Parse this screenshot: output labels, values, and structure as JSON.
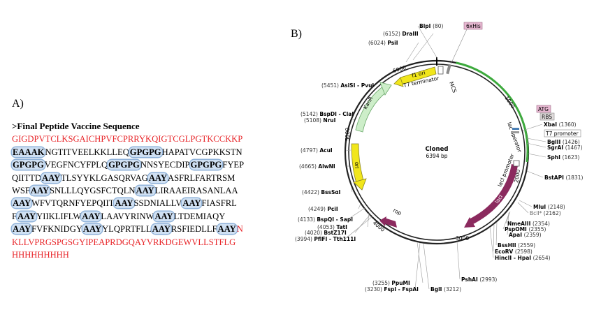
{
  "panel_a": {
    "label": "A)",
    "title": ">Final Peptide Vaccine Sequence",
    "lines": [
      [
        {
          "t": "GIGDPVTCLKSGAICHPVFCPRRYKQIGTCGLPGTKCCKKP",
          "c": "red"
        }
      ],
      [
        {
          "t": "EAAAK",
          "c": "hl"
        },
        {
          "t": "NGTITVEELKKLLEQ",
          "c": "black"
        },
        {
          "t": "GPGPG",
          "c": "hl"
        },
        {
          "t": "HAPATVCGPKKSTN",
          "c": "black"
        }
      ],
      [
        {
          "t": "GPGPG",
          "c": "hl"
        },
        {
          "t": "VEGFNCYFPLQ",
          "c": "black"
        },
        {
          "t": "GPGPG",
          "c": "hl"
        },
        {
          "t": "NNSYECDIP",
          "c": "black"
        },
        {
          "t": "GPGPG",
          "c": "hl"
        },
        {
          "t": "FYEP",
          "c": "black"
        }
      ],
      [
        {
          "t": "QIITTD",
          "c": "black"
        },
        {
          "t": "AAY",
          "c": "hl"
        },
        {
          "t": "TLSYYKLGASQRVAG",
          "c": "black"
        },
        {
          "t": "AAY",
          "c": "hl"
        },
        {
          "t": "ASFRLFARTRSM",
          "c": "black"
        }
      ],
      [
        {
          "t": "WSF",
          "c": "black"
        },
        {
          "t": "AAY",
          "c": "hl"
        },
        {
          "t": "SNLLLQYGSFCTQLN",
          "c": "black"
        },
        {
          "t": "AAY",
          "c": "hl"
        },
        {
          "t": "LIRAAEIRASANLAA",
          "c": "black"
        }
      ],
      [
        {
          "t": "AAY",
          "c": "hl"
        },
        {
          "t": "WFVTQRNFYEPQIIT",
          "c": "black"
        },
        {
          "t": "AAY",
          "c": "hl"
        },
        {
          "t": "SSDNIALLV",
          "c": "black"
        },
        {
          "t": "AAY",
          "c": "hl"
        },
        {
          "t": "FIASFRL",
          "c": "black"
        }
      ],
      [
        {
          "t": "F",
          "c": "black"
        },
        {
          "t": "AAY",
          "c": "hl"
        },
        {
          "t": "YIIKLIFLW",
          "c": "black"
        },
        {
          "t": "AAY",
          "c": "hl"
        },
        {
          "t": "LAAVYRINW",
          "c": "black"
        },
        {
          "t": "AAY",
          "c": "hl"
        },
        {
          "t": "LTDEMIAQY",
          "c": "black"
        }
      ],
      [
        {
          "t": "AAY",
          "c": "hl"
        },
        {
          "t": "FVFKNIDGY",
          "c": "black"
        },
        {
          "t": "AAY",
          "c": "hl"
        },
        {
          "t": "YLQPRTFLL",
          "c": "black"
        },
        {
          "t": "AAY",
          "c": "hl"
        },
        {
          "t": "RSFIEDLLF",
          "c": "black"
        },
        {
          "t": "AAY",
          "c": "hl"
        },
        {
          "t": "N",
          "c": "red"
        }
      ],
      [
        {
          "t": "KLLVPRGSPGSGYIPEAPRDGQAYVRKDGEWVLLSTFLG",
          "c": "red"
        }
      ],
      [
        {
          "t": "HHHHHHHHH",
          "c": "red"
        }
      ]
    ]
  },
  "panel_b": {
    "label": "B)",
    "center_name": "Cloned",
    "center_size": "6394 bp",
    "ticks": [
      "1000",
      "2000",
      "3000",
      "4000",
      "5000",
      "6000"
    ],
    "features": {
      "f1_ori": "f1 ori",
      "t7_term": "T7 terminator",
      "mcs": "MCS",
      "kanr": "KanR",
      "ori": "ori",
      "rop": "rop",
      "laci": "lacI",
      "laci_promoter": "lacI promoter",
      "lac_operator": "lac operator",
      "his": "6xHis",
      "atg": "ATG",
      "rbs": "RBS",
      "t7_promoter": "T7 promoter"
    },
    "sites": [
      {
        "num": "(80)",
        "name": "BlpI"
      },
      {
        "num": "(6152)",
        "name": "DraIII"
      },
      {
        "num": "(6024)",
        "name": "PsiI"
      },
      {
        "num": "(5451)",
        "name": "AsiSI - PvuI"
      },
      {
        "num": "(5142)",
        "name": "BspDI - ClaI"
      },
      {
        "num": "(5108)",
        "name": "NruI"
      },
      {
        "num": "(4797)",
        "name": "AcuI"
      },
      {
        "num": "(4665)",
        "name": "AlwNI"
      },
      {
        "num": "(4422)",
        "name": "BssSαI"
      },
      {
        "num": "(4249)",
        "name": "PciI"
      },
      {
        "num": "(4133)",
        "name": "BspQI - SapI"
      },
      {
        "num": "(4053)",
        "name": "TatI"
      },
      {
        "num": "(4020)",
        "name": "BstZ17I"
      },
      {
        "num": "(3994)",
        "name": "PflFI - Tth111I"
      },
      {
        "num": "(3255)",
        "name": "PpuMI"
      },
      {
        "num": "(3230)",
        "name": "FspI - FspAI"
      },
      {
        "num": "(3212)",
        "name": "BglI"
      },
      {
        "num": "(2993)",
        "name": "PshAI"
      },
      {
        "num": "(2654)",
        "name": "HincII - HpaI"
      },
      {
        "num": "(2598)",
        "name": "EcoRV"
      },
      {
        "num": "(2559)",
        "name": "BssHII"
      },
      {
        "num": "(2359)",
        "name": "ApaI"
      },
      {
        "num": "(2355)",
        "name": "PspOMI"
      },
      {
        "num": "(2354)",
        "name": "NmeAIII"
      },
      {
        "num": "(2162)",
        "name": "BclI*"
      },
      {
        "num": "(2148)",
        "name": "MluI"
      },
      {
        "num": "(1831)",
        "name": "BstAPI"
      },
      {
        "num": "(1623)",
        "name": "SphI"
      },
      {
        "num": "(1467)",
        "name": "SgrAI"
      },
      {
        "num": "(1426)",
        "name": "BglII"
      },
      {
        "num": "(1360)",
        "name": "XbaI"
      }
    ]
  },
  "colors": {
    "red_text": "#e8262a",
    "highlight": "#cfe0f3",
    "green_insert": "#3daa3d",
    "yellow": "#f1e61b",
    "kanr_fill": "#cdeec9",
    "purple": "#8b2a5e",
    "label_pink": "#e7b7d1"
  }
}
